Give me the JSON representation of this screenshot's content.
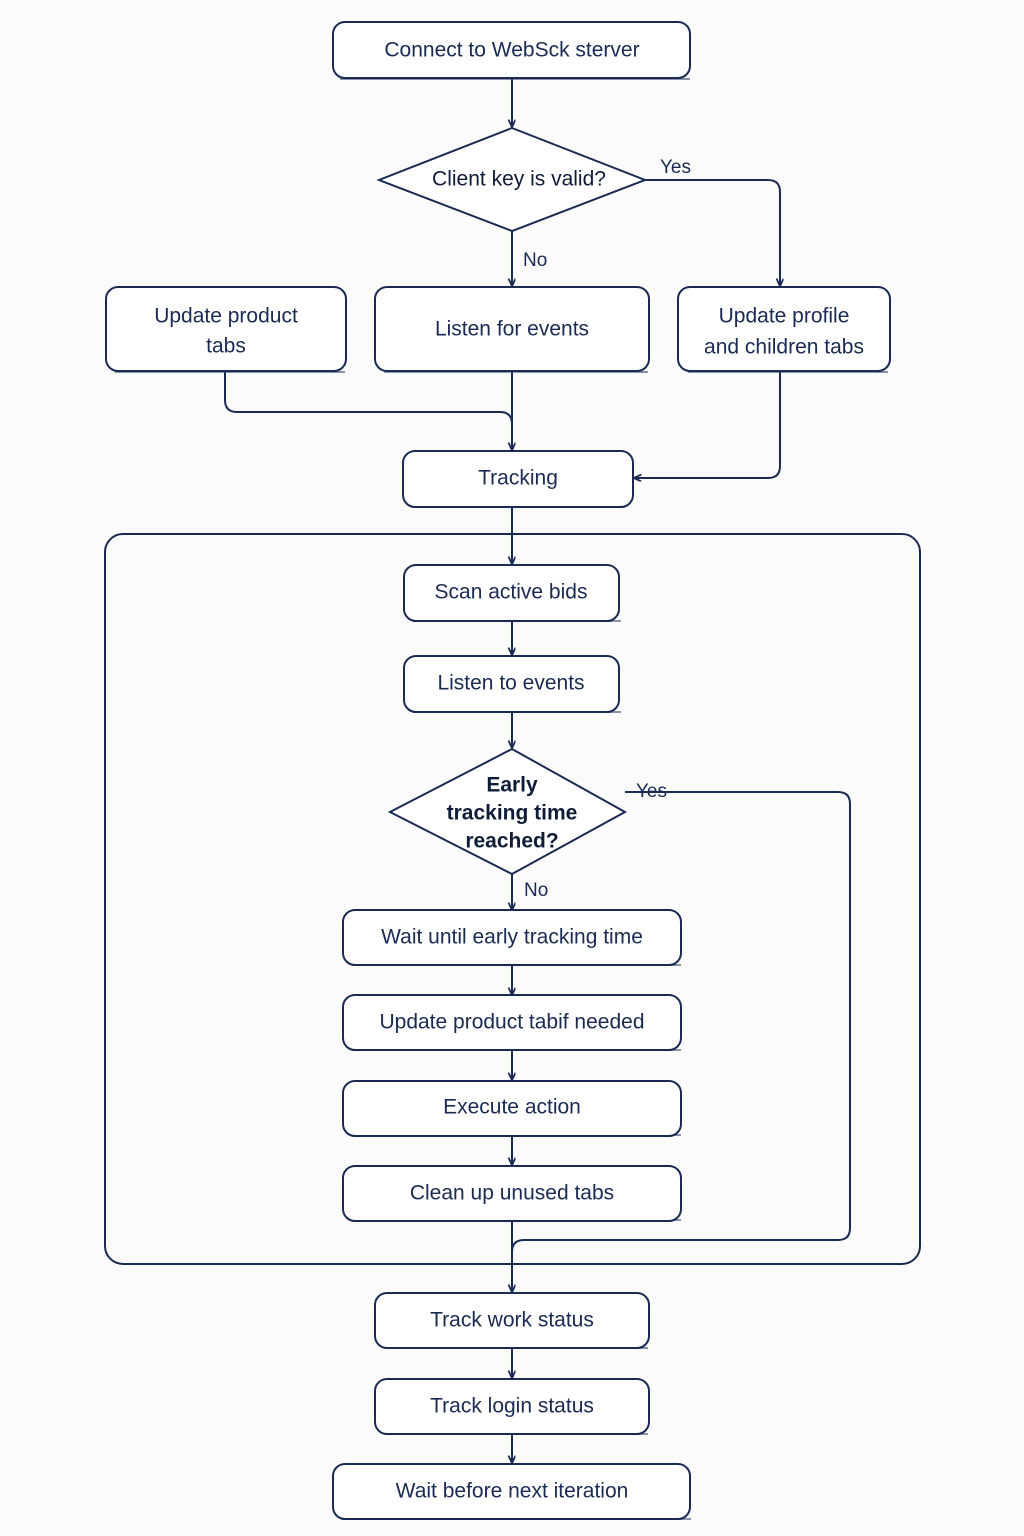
{
  "diagram": {
    "title": "WebSocket tracking flowchart",
    "colors": {
      "stroke": "#1a2a52",
      "text": "#1a2a52",
      "background": "#fbfbfc",
      "node_fill": "#ffffff"
    },
    "nodes": {
      "connect": {
        "label": "Connect to WebSck sterver",
        "type": "process"
      },
      "client_key": {
        "label": "Client key is valid?",
        "type": "decision"
      },
      "update_product_tabs": {
        "line1": "Update product",
        "line2": "tabs",
        "type": "process"
      },
      "listen_for_events": {
        "label": "Listen for events",
        "type": "process"
      },
      "update_profile": {
        "line1": "Update profile",
        "line2": "and children tabs",
        "type": "process"
      },
      "tracking": {
        "label": "Tracking",
        "type": "process"
      },
      "scan_active_bids": {
        "label": "Scan active bids",
        "type": "process"
      },
      "listen_to_events": {
        "label": "Listen to events",
        "type": "process"
      },
      "early_tracking": {
        "line1": "Early",
        "line2": "tracking time",
        "line3": "reached?",
        "type": "decision"
      },
      "wait_early": {
        "label": "Wait until early tracking time",
        "type": "process"
      },
      "update_product_tabif": {
        "label": "Update product tabif needed",
        "type": "process"
      },
      "execute_action": {
        "label": "Execute action",
        "type": "process"
      },
      "clean_up_tabs": {
        "label": "Clean up unused tabs",
        "type": "process"
      },
      "track_work_status": {
        "label": "Track work status",
        "type": "process"
      },
      "track_login_status": {
        "label": "Track login status",
        "type": "process"
      },
      "wait_next_iteration": {
        "label": "Wait before next iteration",
        "type": "process"
      }
    },
    "edge_labels": {
      "client_key_yes": "Yes",
      "client_key_no": "No",
      "early_tracking_yes": "Yes",
      "early_tracking_no": "No"
    }
  }
}
